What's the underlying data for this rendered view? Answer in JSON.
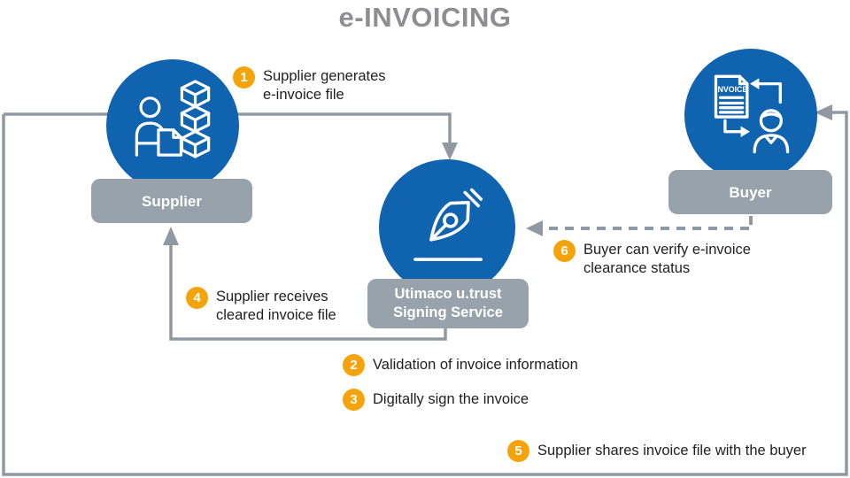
{
  "title": "e-INVOICING",
  "nodes": {
    "supplier": {
      "label": "Supplier"
    },
    "signing_service": {
      "label_lines": [
        "Utimaco u.trust",
        "Signing Service"
      ]
    },
    "buyer": {
      "label": "Buyer",
      "document_text": "INVOICE"
    }
  },
  "steps": [
    {
      "number": "1",
      "lines": [
        "Supplier generates",
        "e-invoice file"
      ]
    },
    {
      "number": "2",
      "lines": [
        "Validation of invoice information"
      ]
    },
    {
      "number": "3",
      "lines": [
        "Digitally sign the invoice"
      ]
    },
    {
      "number": "4",
      "lines": [
        "Supplier receives",
        "cleared invoice file"
      ]
    },
    {
      "number": "5",
      "lines": [
        "Supplier shares invoice file with the buyer"
      ]
    },
    {
      "number": "6",
      "lines": [
        "Buyer can verify e-invoice",
        "clearance status"
      ]
    }
  ],
  "colors": {
    "node_blue": "#1063ae",
    "label_gray": "#97a2aa",
    "connector_gray": "#9099a1",
    "step_orange": "#f5a30b",
    "title_gray": "#8e8e90"
  }
}
